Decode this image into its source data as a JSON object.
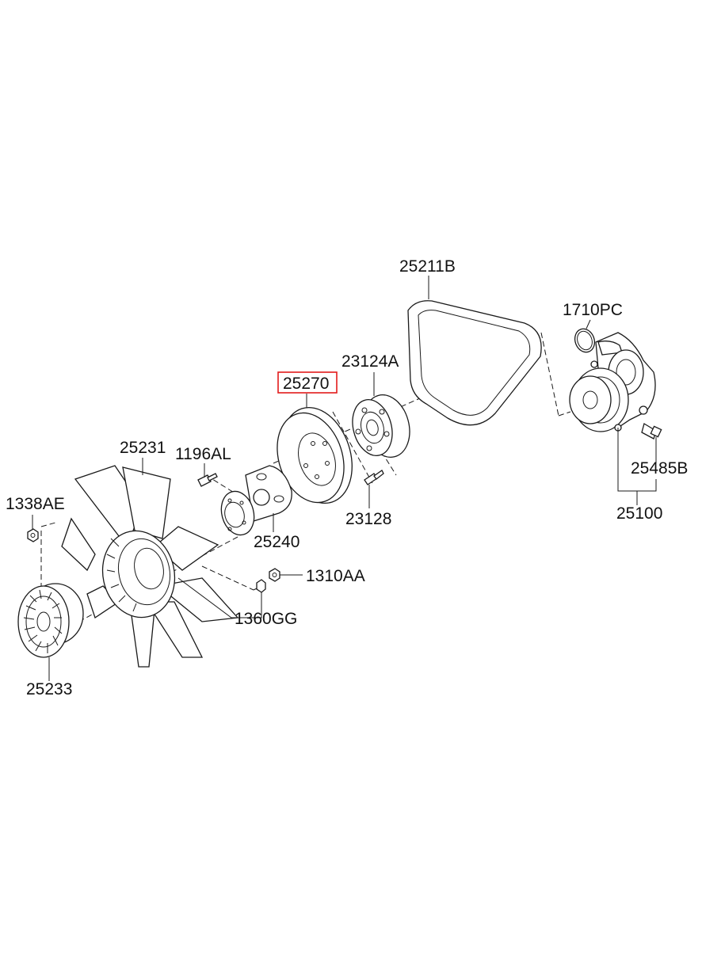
{
  "diagram": {
    "highlight_color": "#e31b1b",
    "highlighted_part": "25270",
    "labels": {
      "p25211B": "25211B",
      "p1710PC": "1710PC",
      "p23124A": "23124A",
      "p25270": "25270",
      "p25231": "25231",
      "p1196AL": "1196AL",
      "p1338AE": "1338AE",
      "p25485B": "25485B",
      "p23128": "23128",
      "p25100": "25100",
      "p25240": "25240",
      "p1310AA": "1310AA",
      "p1360GG": "1360GG",
      "p25233": "25233"
    }
  }
}
